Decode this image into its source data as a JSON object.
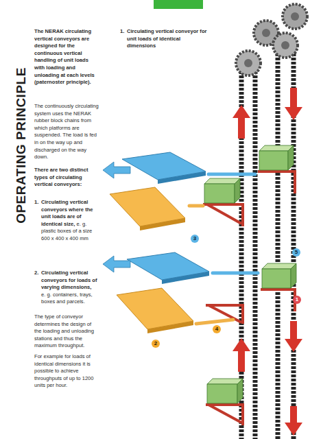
{
  "diagram": {
    "title": "OPERATING PRINCIPLE",
    "labels": [
      "The NERAK circulating vertical conveyors are designed for the continuous vertical handling of unit loads with loading and unloading at each levels (paternoster principle).",
      "The continuously circulating system uses the NERAK rubber block chains from which platforms are suspended. The load is fed in on the way up and discharged on the way down.",
      "There are two distinct types of circulating vertical conveyors:",
      "1.",
      "Circulating vertical conveyors where the unit loads are of identical size,",
      "e. g. plastic boxes of a size 600 x 400 x 400 mm",
      "2.",
      "Circulating vertical conveyors for loads of varying dimensions,",
      "e. g. containers, trays, boxes and parcels.",
      "The type of conveyor determines the design of the loading and unloading stations and thus the maximum throughput.",
      "For example for loads of identical dimensions it is possible to achieve throughputs of up to 1200 units per hour.",
      "1.",
      "Circulating vertical conveyor for unit loads of identical dimensions",
      "3",
      "5",
      "2",
      "4",
      "1"
    ]
  }
}
